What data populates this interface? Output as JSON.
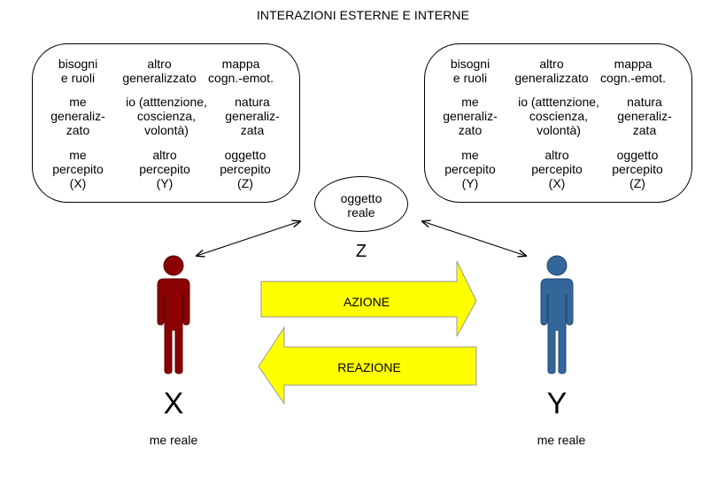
{
  "title": "INTERAZIONI ESTERNE E INTERNE",
  "left_box": {
    "row1": [
      "bisogni\ne ruoli",
      "altro\ngeneralizzato",
      "mappa\ncogn.-emot."
    ],
    "row2": [
      "me\ngeneraliz-\nzato",
      "io (atttenzione,\ncoscienza,\nvolontà)",
      "natura\ngeneraliz-\nzata"
    ],
    "row3": [
      "me\npercepito\n(X)",
      "altro\npercepito\n(Y)",
      "oggetto\npercepito\n(Z)"
    ]
  },
  "right_box": {
    "row1": [
      "bisogni\ne ruoli",
      "altro\ngeneralizzato",
      "mappa\ncogn.-emot."
    ],
    "row2": [
      "me\ngeneraliz-\nzato",
      "io (atttenzione,\ncoscienza,\nvolontà)",
      "natura\ngeneraliz-\nzata"
    ],
    "row3": [
      "me\npercepito\n(Y)",
      "altro\npercepito\n(X)",
      "oggetto\npercepito\n(Z)"
    ]
  },
  "object": {
    "label": "oggetto\nreale",
    "letter": "Z"
  },
  "person_x": {
    "letter": "X",
    "caption": "me reale",
    "color": "#8b0000"
  },
  "person_y": {
    "letter": "Y",
    "caption": "me reale",
    "color": "#336699"
  },
  "action_label": "AZIONE",
  "reaction_label": "REAZIONE",
  "arrow_color": "#ffff00"
}
